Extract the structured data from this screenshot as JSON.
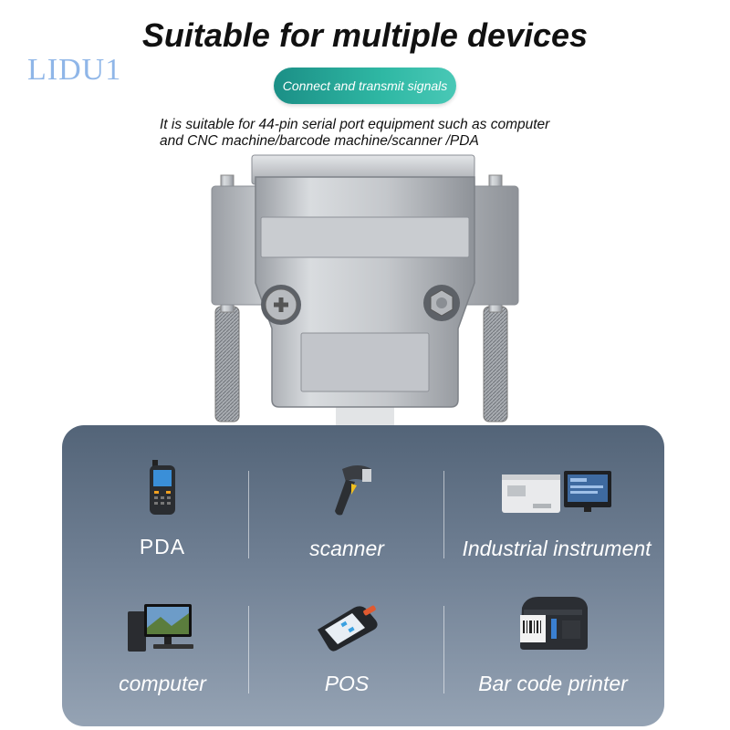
{
  "watermark": "LIDU1",
  "headline": "Suitable for multiple devices",
  "pill": "Connect and transmit signals",
  "description": {
    "line1": "It is suitable for 44-pin serial port equipment such as computer",
    "line2": "and CNC machine/barcode machine/scanner /PDA"
  },
  "devices": [
    {
      "label": "PDA",
      "icon": "pda-icon"
    },
    {
      "label": "scanner",
      "icon": "barcode-scanner-icon"
    },
    {
      "label": "Industrial instrument",
      "icon": "industrial-instrument-icon"
    },
    {
      "label": "computer",
      "icon": "computer-icon"
    },
    {
      "label": "POS",
      "icon": "pos-terminal-icon"
    },
    {
      "label": "Bar code printer",
      "icon": "barcode-printer-icon"
    }
  ]
}
